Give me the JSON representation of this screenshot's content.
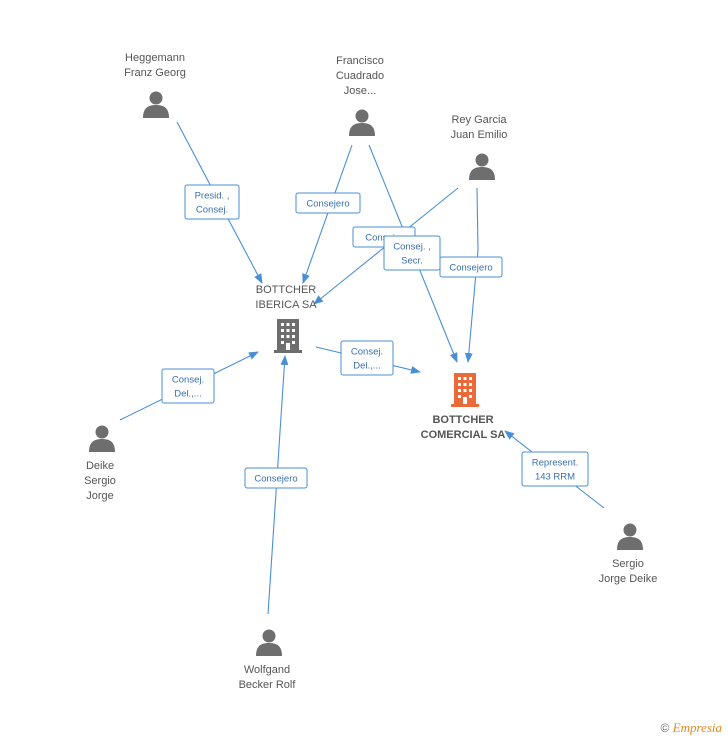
{
  "colors": {
    "edge": "#4a8fd6",
    "person": "#6e6e6e",
    "company_main": "#6e6e6e",
    "company_highlight": "#ea6a3a"
  },
  "nodes": [
    {
      "id": "heggemann",
      "type": "person",
      "lines": [
        "Heggemann",
        "Franz Georg"
      ]
    },
    {
      "id": "francisco",
      "type": "person",
      "lines": [
        "Francisco",
        "Cuadrado",
        "Jose..."
      ]
    },
    {
      "id": "rey",
      "type": "person",
      "lines": [
        "Rey Garcia",
        "Juan Emilio"
      ]
    },
    {
      "id": "iberica",
      "type": "company",
      "lines": [
        "BOTTCHER",
        "IBERICA SA"
      ]
    },
    {
      "id": "comercial",
      "type": "company-highlight",
      "lines": [
        "BOTTCHER",
        "COMERCIAL SA"
      ]
    },
    {
      "id": "deike",
      "type": "person",
      "lines": [
        "Deike",
        "Sergio",
        "Jorge"
      ]
    },
    {
      "id": "sergio",
      "type": "person",
      "lines": [
        "Sergio",
        "Jorge Deike"
      ]
    },
    {
      "id": "wolfgand",
      "type": "person",
      "lines": [
        "Wolfgand",
        "Becker Rolf"
      ]
    }
  ],
  "edges": [
    {
      "id": "heggemann-iberica",
      "lines": [
        "Presid. ,",
        "Consej."
      ]
    },
    {
      "id": "francisco-iberica",
      "lines": [
        "Consejero"
      ]
    },
    {
      "id": "rey-iberica",
      "lines": [
        "Consej. ,"
      ]
    },
    {
      "id": "francisco-comercial",
      "lines": [
        "Consej. ,",
        "Secr."
      ]
    },
    {
      "id": "rey-comercial",
      "lines": [
        "Consejero"
      ]
    },
    {
      "id": "iberica-comercial",
      "lines": [
        "Consej.",
        "Del.,..."
      ]
    },
    {
      "id": "deike-iberica",
      "lines": [
        "Consej.",
        "Del.,..."
      ]
    },
    {
      "id": "wolfgand-iberica",
      "lines": [
        "Consejero"
      ]
    },
    {
      "id": "sergio-comercial",
      "lines": [
        "Represent.",
        "143 RRM"
      ]
    }
  ],
  "footer": {
    "copyright": "©",
    "brand": "Empresia"
  }
}
